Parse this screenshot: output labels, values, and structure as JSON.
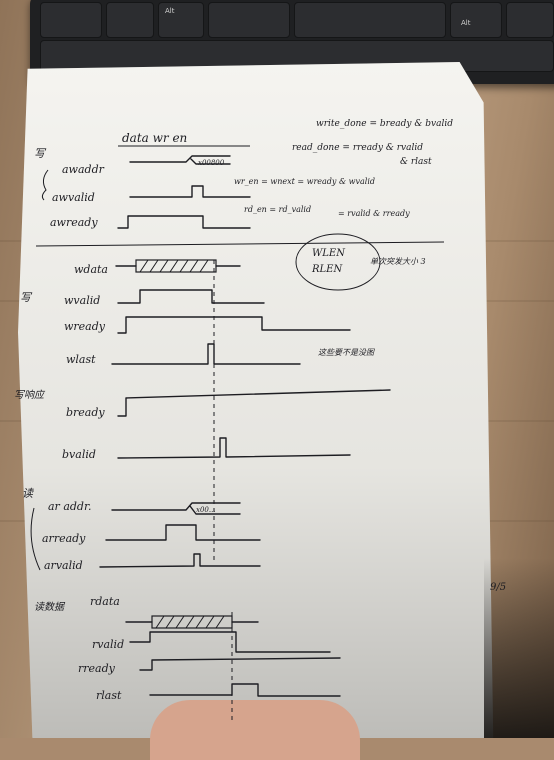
{
  "photo": {
    "keyboard": {
      "keys": [
        "Alt",
        "Alt"
      ]
    },
    "notes": {
      "header": "data wr en",
      "section_write_addr": "写",
      "awaddr": "awaddr",
      "awaddr_value": "x00800",
      "awvalid": "awvalid",
      "awready": "awready",
      "wr_en_eq": "wr_en = wnext = wready & wvalid",
      "rd_en_eq": "rd_en = rd_valid",
      "rd_en_eq2": "= rvalid & rready",
      "write_done": "write_done = bready & bvalid",
      "read_done": "read_done = rready & rvalid",
      "read_done2": "& rlast",
      "wlen": "WLEN",
      "rlen": "RLEN",
      "wlen_note": "单次突发大小 3",
      "wdata": "wdata",
      "write_data": "写",
      "wvalid": "wvalid",
      "wready": "wready",
      "wlast": "wlast",
      "wlast_note": "这些要不是没图",
      "write_resp": "写响应",
      "bready": "bready",
      "bvalid": "bvalid",
      "read": "读",
      "araddr": "ar addr.",
      "araddr_value": "x00...",
      "arready": "arready",
      "arvalid": "arvalid",
      "read_data": "读数据",
      "rdata": "rdata",
      "rvalid": "rvalid",
      "rready": "rready",
      "rlast": "rlast",
      "margin_note": "9/5"
    }
  }
}
